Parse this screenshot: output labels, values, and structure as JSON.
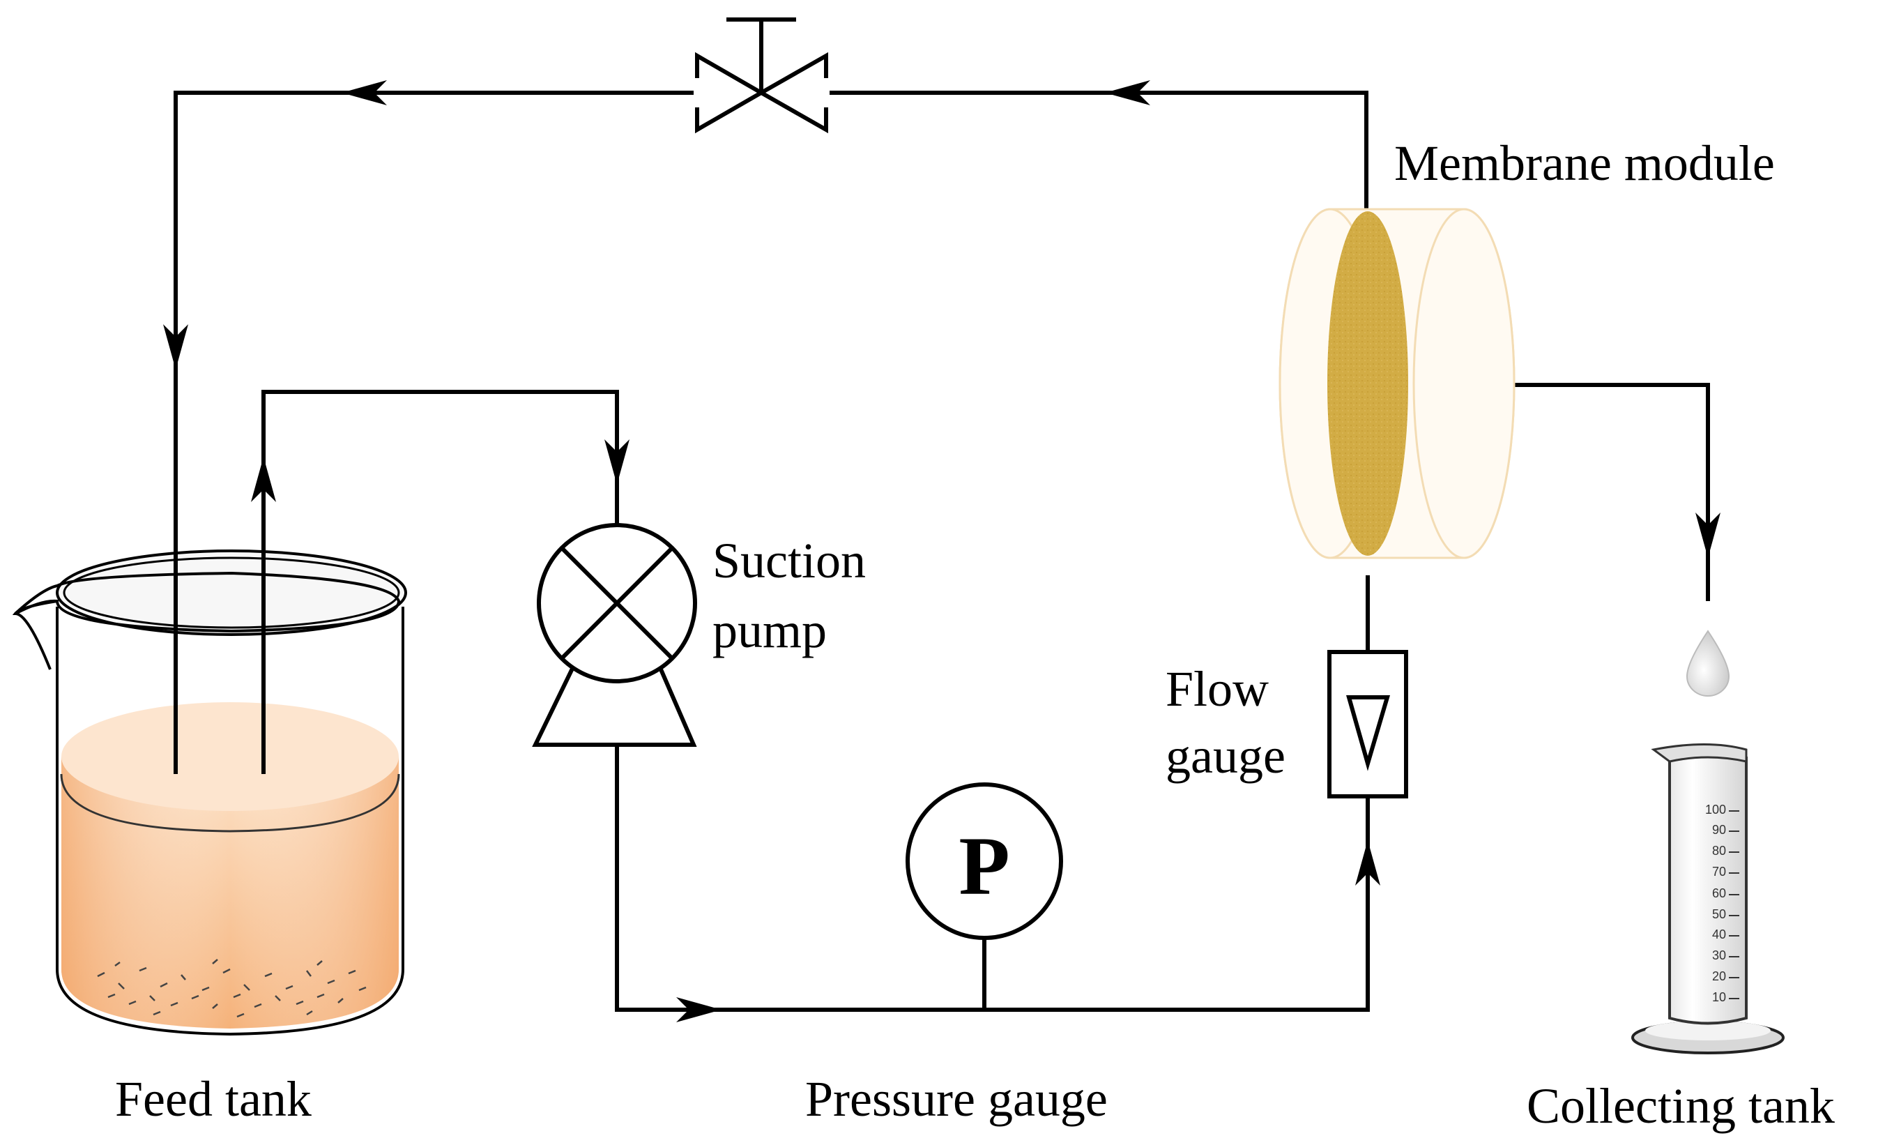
{
  "labels": {
    "membrane_module": "Membrane module",
    "suction_pump_line1": "Suction",
    "suction_pump_line2": "pump",
    "flow_gauge_line1": "Flow",
    "flow_gauge_line2": "gauge",
    "feed_tank": "Feed tank",
    "pressure_gauge": "Pressure gauge",
    "collecting_tank": "Collecting tank",
    "gauge_symbol": "P"
  },
  "cylinder_ticks": [
    "100",
    "90",
    "80",
    "70",
    "60",
    "50",
    "40",
    "30",
    "20",
    "10"
  ],
  "colors": {
    "line": "#000000",
    "liquid": "#f7c18e",
    "membrane": "#d2ac45",
    "module_outline": "#f3dcb4"
  }
}
